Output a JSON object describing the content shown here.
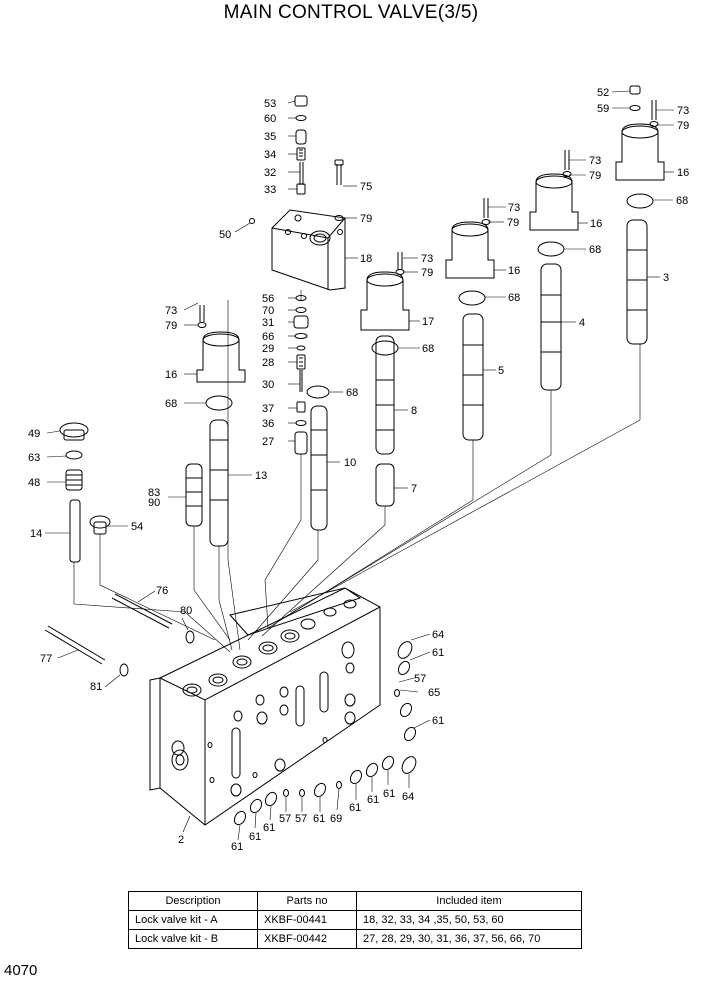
{
  "title": "MAIN CONTROL VALVE(3/5)",
  "page_number": "4070",
  "callouts": {
    "c53a": "53",
    "c60": "60",
    "c35": "35",
    "c34": "34",
    "c32": "32",
    "c33": "33",
    "c75": "75",
    "c79a": "79",
    "c50": "50",
    "c18": "18",
    "c56": "56",
    "c70": "70",
    "c31": "31",
    "c66": "66",
    "c29": "29",
    "c28": "28",
    "c30": "30",
    "c68a": "68",
    "c37": "37",
    "c36": "36",
    "c27": "27",
    "c10": "10",
    "c73a": "73",
    "c79b": "79",
    "c17": "17",
    "c68b": "68",
    "c8": "8",
    "c7": "7",
    "c73b": "73",
    "c79c": "79",
    "c16a": "16",
    "c68c": "68",
    "c5": "5",
    "c73c": "73",
    "c79d": "79",
    "c16b": "16",
    "c68d": "68",
    "c4": "4",
    "c52": "52",
    "c59": "59",
    "c73d": "73",
    "c79e": "79",
    "c16c": "16",
    "c68e": "68",
    "c3": "3",
    "c73e": "73",
    "c79f": "79",
    "c16d": "16",
    "c68f": "68",
    "c13": "13",
    "c83": "83",
    "c90": "90",
    "c49": "49",
    "c63": "63",
    "c48": "48",
    "c14": "14",
    "c54": "54",
    "c76": "76",
    "c80": "80",
    "c77": "77",
    "c81": "81",
    "c64a": "64",
    "c61a": "61",
    "c57a": "57",
    "c65": "65",
    "c61b": "61",
    "c61c": "61",
    "c61d": "61",
    "c64b": "64",
    "c61e": "61",
    "c69": "69",
    "c61f": "61",
    "c57b": "57",
    "c57c": "57",
    "c61g": "61",
    "c61h": "61",
    "c61i": "61",
    "c2": "2"
  },
  "table": {
    "headers": [
      "Description",
      "Parts no",
      "Included item"
    ],
    "rows": [
      [
        "Lock valve kit - A",
        "XKBF-00441",
        "18, 32, 33, 34 ,35, 50, 53, 60"
      ],
      [
        "Lock valve kit - B",
        "XKBF-00442",
        "27, 28, 29, 30, 31, 36, 37, 56, 66, 70"
      ]
    ]
  }
}
